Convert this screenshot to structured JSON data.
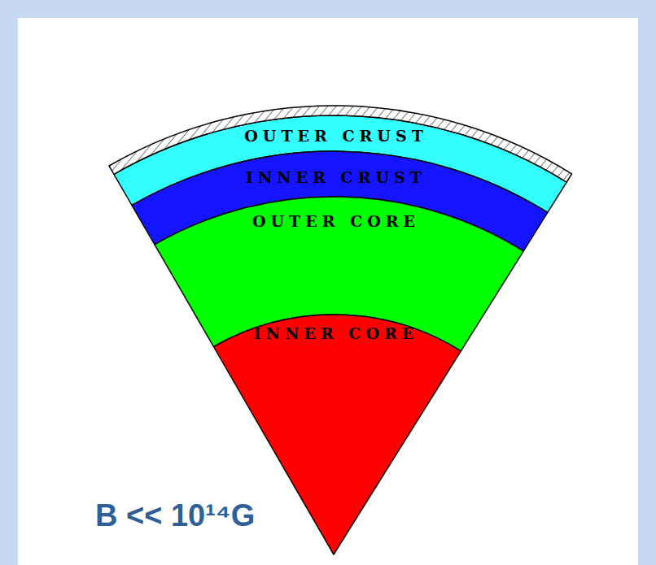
{
  "diagram": {
    "nodes": [
      {
        "text": [
          "OUTER CRUST"
        ]
      },
      {
        "text": [
          "INNER CRUST"
        ]
      },
      {
        "text": [
          "OUTER CORE"
        ]
      },
      {
        "text": [
          "INNER CORE"
        ]
      }
    ],
    "labels": [
      "B << 10¹⁴G"
    ]
  }
}
